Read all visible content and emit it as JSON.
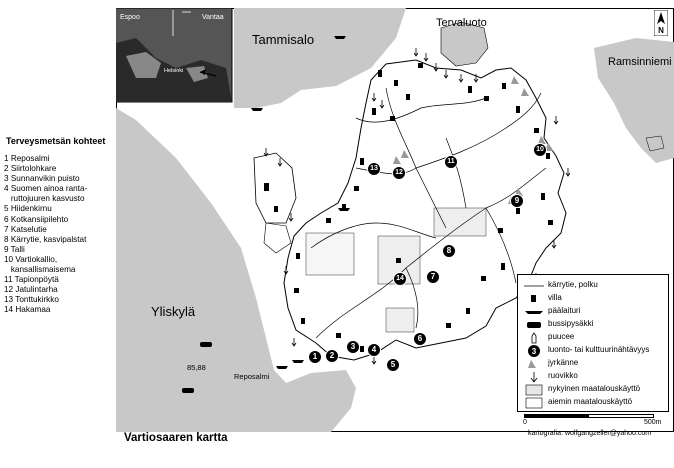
{
  "map_title": "Vartiosaaren kartta",
  "credit": "kartografia: wolfgangzeller@yahoo.com",
  "sidebar": {
    "title": "Terveysmetsän kohteet",
    "items": [
      "1 Reposalmi",
      "2 Siirtolohkare",
      "3 Sunnanvikin puisto",
      "4 Suomen ainoa ranta-",
      "   ruttojuuren kasvusto",
      "5 Hiidenkirnu",
      "6 Kotkansiipilehto",
      "7 Katselutie",
      "8 Kärrytie, kasvipalstat",
      "9 Talli",
      "10 Vartiokallio,",
      "   kansallismaisema",
      "11 Tapionpöytä",
      "12 Jatulintarha",
      "13 Tonttukirkko",
      "14 Hakamaa"
    ]
  },
  "places": {
    "tammisalo": "Tammisalo",
    "tervaluoto": "Tervaluoto",
    "ramsinniemi": "Ramsinniemi",
    "yliskyla": "Yliskylä",
    "reposalmi": "Reposalmi",
    "elevation": "85,88"
  },
  "inset": {
    "espoo": "Espoo",
    "vantaa": "Vantaa",
    "helsinki": "Helsinki"
  },
  "north_label": "N",
  "legend": {
    "items": [
      "kärrytie, polku",
      "villa",
      "päälaituri",
      "bussipysäkki",
      "puucee",
      "luonto- tai kulttuurinähtävyys",
      "jyrkänne",
      "ruovikko",
      "nykyinen maatalouskäyttö",
      "aiemin maatalouskäyttö"
    ]
  },
  "scale": {
    "start": "0",
    "end": "500m"
  },
  "markers": [
    "1",
    "2",
    "3",
    "4",
    "5",
    "6",
    "7",
    "8",
    "9",
    "10",
    "11",
    "12",
    "13",
    "14"
  ],
  "colors": {
    "water": "#c8c8c8",
    "land": "#ffffff",
    "inset_bg": "#555555",
    "marker": "#000000"
  }
}
